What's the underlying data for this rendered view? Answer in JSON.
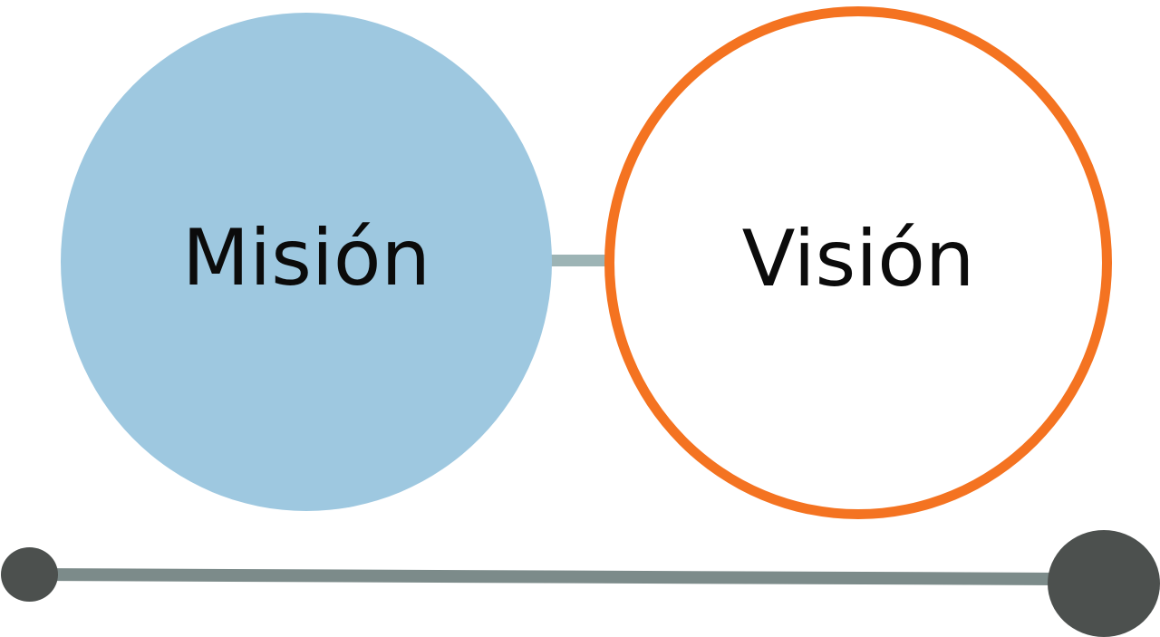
{
  "diagram": {
    "nodes": [
      {
        "id": "mision",
        "label": "Misión",
        "fill": "#9ec8e0",
        "outline": null
      },
      {
        "id": "vision",
        "label": "Visión",
        "fill": "#ffffff",
        "outline": "#f47321"
      }
    ],
    "connector_color": "#9db4b5",
    "timeline": {
      "line_color": "#7c8b8a",
      "marker_color": "#4c504e"
    }
  }
}
